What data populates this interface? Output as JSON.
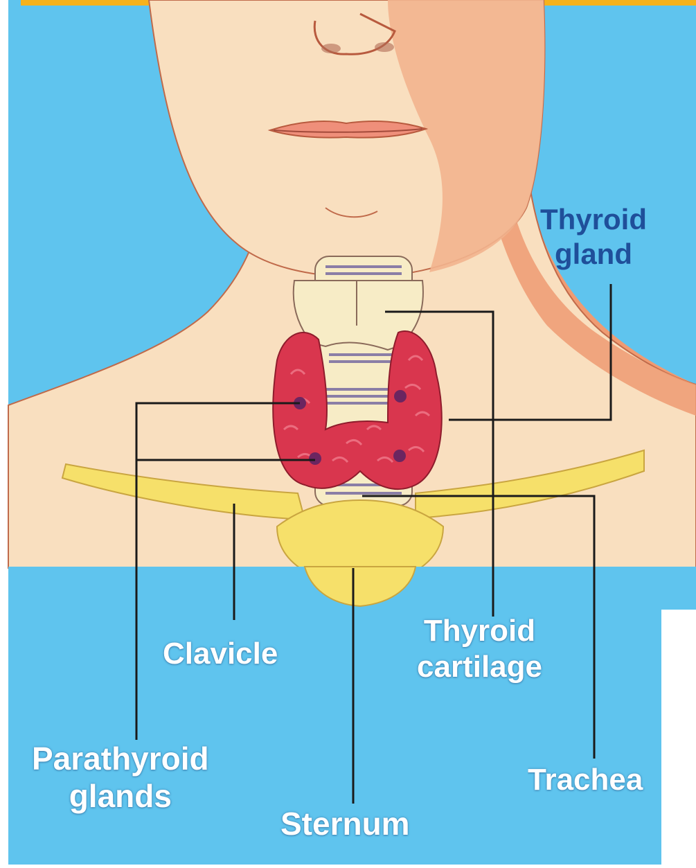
{
  "colors": {
    "frame_top": "#f6b21c",
    "background_blue": "#5fc4ee",
    "skin": "#f9dfbf",
    "skin_shadow": "#ef9b72",
    "outline": "#c06a4a",
    "thyroid": "#d9364e",
    "bone": "#f6e06a",
    "cartilage": "#f7ecc6",
    "leader_line": "#1a1a1a",
    "blue_label": "#1f4f9a",
    "white_label": "#ffffff"
  },
  "labels": {
    "thyroid_gland": {
      "line1": "Thyroid",
      "line2": "gland"
    },
    "clavicle": "Clavicle",
    "thyroid_cartilage": {
      "line1": "Thyroid",
      "line2": "cartilage"
    },
    "parathyroid_glands": {
      "line1": "Parathyroid",
      "line2": "glands"
    },
    "trachea": "Trachea",
    "sternum": "Sternum"
  }
}
